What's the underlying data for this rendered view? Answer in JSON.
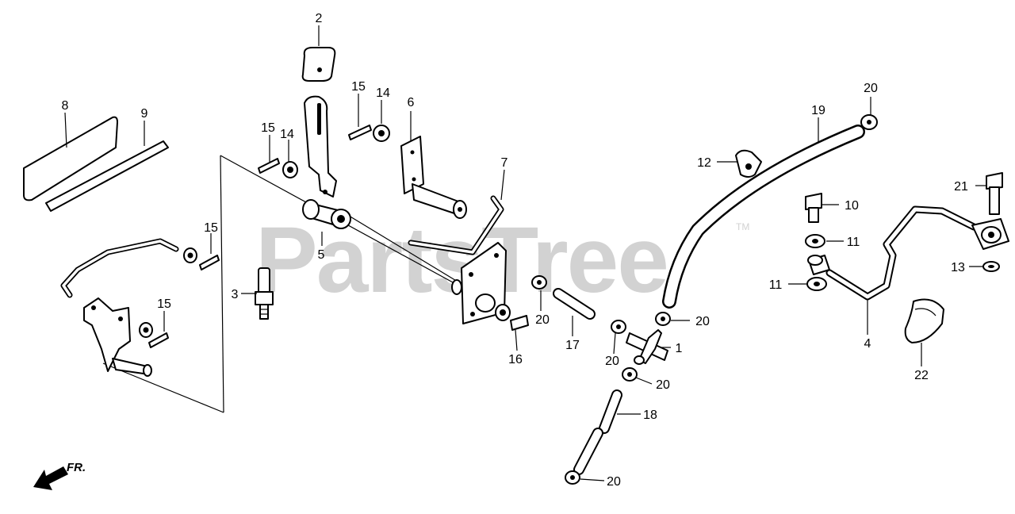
{
  "watermark": {
    "text": "PartsTree",
    "trademark": "TM"
  },
  "direction": {
    "label": "FR."
  },
  "callouts": [
    {
      "id": "c1",
      "number": "1"
    },
    {
      "id": "c2",
      "number": "2"
    },
    {
      "id": "c3",
      "number": "3"
    },
    {
      "id": "c4",
      "number": "4"
    },
    {
      "id": "c5",
      "number": "5"
    },
    {
      "id": "c6",
      "number": "6"
    },
    {
      "id": "c7",
      "number": "7"
    },
    {
      "id": "c8",
      "number": "8"
    },
    {
      "id": "c9",
      "number": "9"
    },
    {
      "id": "c10",
      "number": "10"
    },
    {
      "id": "c11a",
      "number": "11"
    },
    {
      "id": "c11b",
      "number": "11"
    },
    {
      "id": "c12",
      "number": "12"
    },
    {
      "id": "c13",
      "number": "13"
    },
    {
      "id": "c14a",
      "number": "14"
    },
    {
      "id": "c14b",
      "number": "14"
    },
    {
      "id": "c15a",
      "number": "15"
    },
    {
      "id": "c15b",
      "number": "15"
    },
    {
      "id": "c15c",
      "number": "15"
    },
    {
      "id": "c15d",
      "number": "15"
    },
    {
      "id": "c16",
      "number": "16"
    },
    {
      "id": "c17",
      "number": "17"
    },
    {
      "id": "c18",
      "number": "18"
    },
    {
      "id": "c19",
      "number": "19"
    },
    {
      "id": "c20a",
      "number": "20"
    },
    {
      "id": "c20b",
      "number": "20"
    },
    {
      "id": "c20c",
      "number": "20"
    },
    {
      "id": "c20d",
      "number": "20"
    },
    {
      "id": "c20e",
      "number": "20"
    },
    {
      "id": "c20f",
      "number": "20"
    },
    {
      "id": "c21",
      "number": "21"
    },
    {
      "id": "c22",
      "number": "22"
    }
  ]
}
